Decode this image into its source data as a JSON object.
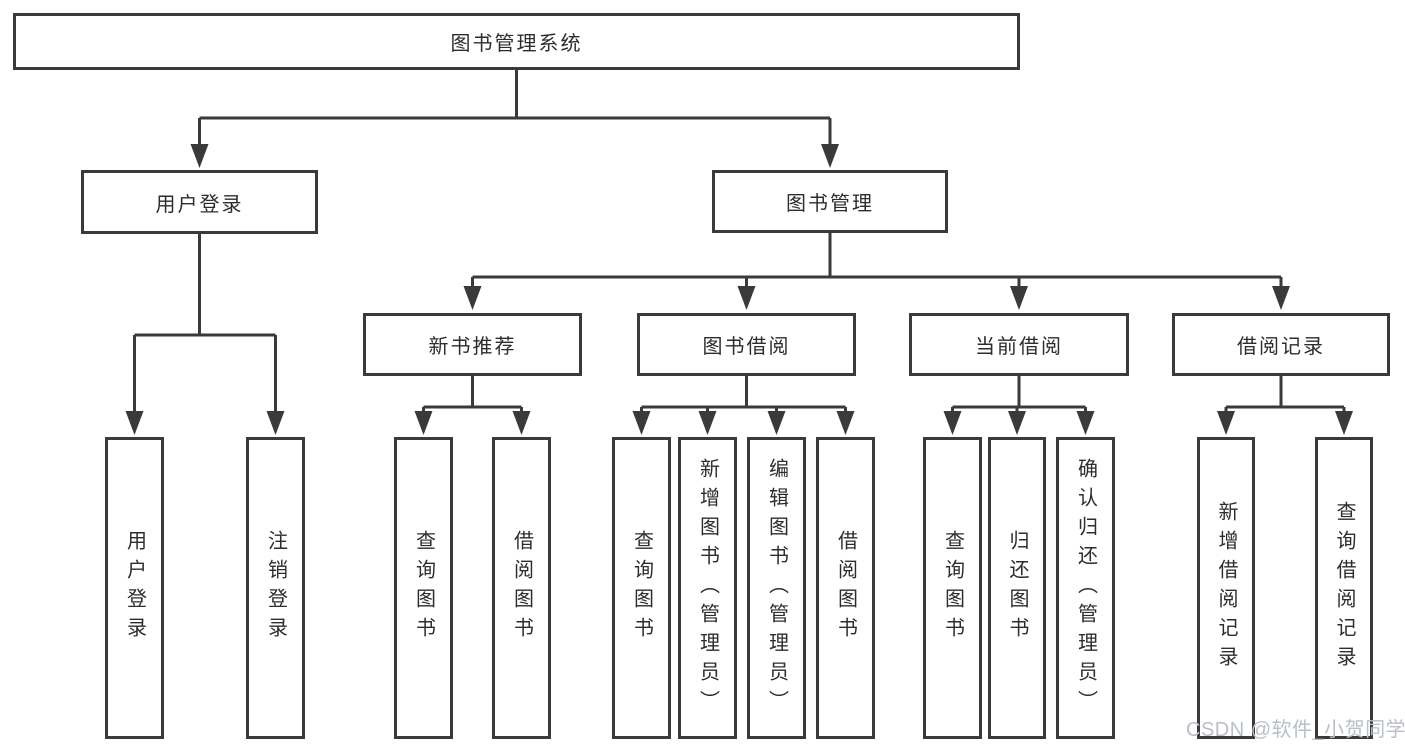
{
  "diagram": {
    "root": {
      "label": "图书管理系统"
    },
    "level2": [
      {
        "label": "用户登录"
      },
      {
        "label": "图书管理"
      }
    ],
    "level3": [
      {
        "label": "新书推荐",
        "parent": "图书管理"
      },
      {
        "label": "图书借阅",
        "parent": "图书管理"
      },
      {
        "label": "当前借阅",
        "parent": "图书管理"
      },
      {
        "label": "借阅记录",
        "parent": "图书管理"
      }
    ],
    "leaves": [
      {
        "label": "用户登录",
        "parent": "用户登录"
      },
      {
        "label": "注销登录",
        "parent": "用户登录"
      },
      {
        "label": "查询图书",
        "parent": "新书推荐"
      },
      {
        "label": "借阅图书",
        "parent": "新书推荐"
      },
      {
        "label": "查询图书",
        "parent": "图书借阅"
      },
      {
        "label": "新增图书（管理员）",
        "parent": "图书借阅"
      },
      {
        "label": "编辑图书（管理员）",
        "parent": "图书借阅"
      },
      {
        "label": "借阅图书",
        "parent": "图书借阅"
      },
      {
        "label": "查询图书",
        "parent": "当前借阅"
      },
      {
        "label": "归还图书",
        "parent": "当前借阅"
      },
      {
        "label": "确认归还（管理员）",
        "parent": "当前借阅"
      },
      {
        "label": "新增借阅记录",
        "parent": "借阅记录"
      },
      {
        "label": "查询借阅记录",
        "parent": "借阅记录"
      }
    ]
  },
  "watermark": {
    "text": "CSDN @软件_小贺同学"
  },
  "colors": {
    "line": "#3a3a3a",
    "box_border": "#3a3a3a",
    "text": "#2d2d2d",
    "watermark": "#b9bec7",
    "background": "#ffffff"
  }
}
